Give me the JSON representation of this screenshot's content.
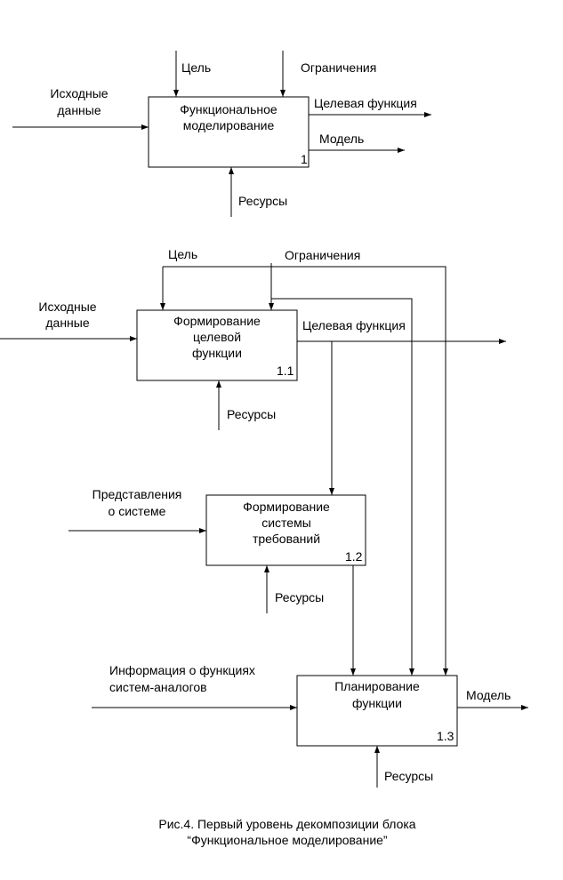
{
  "top": {
    "input": [
      "Исходные",
      "данные"
    ],
    "control_goal": "Цель",
    "control_limits": "Ограничения",
    "output_target": "Целевая функция",
    "output_model": "Модель",
    "mechanism": "Ресурсы",
    "box": {
      "lines": [
        "Функциональное",
        "моделирование"
      ],
      "number": "1"
    }
  },
  "decomposition": {
    "control_goal": "Цель",
    "control_limits": "Ограничения",
    "box1": {
      "lines": [
        "Формирование",
        "целевой",
        "функции"
      ],
      "number": "1.1",
      "input": [
        "Исходные",
        "данные"
      ],
      "output": "Целевая функция",
      "mechanism": "Ресурсы"
    },
    "box2": {
      "lines": [
        "Формирование",
        "системы",
        "требований"
      ],
      "number": "1.2",
      "input": [
        "Представления",
        "о системе"
      ],
      "mechanism": "Ресурсы"
    },
    "box3": {
      "lines": [
        "Планирование",
        "функции"
      ],
      "number": "1.3",
      "input": [
        "Информация о функциях",
        "систем-аналогов"
      ],
      "output": "Модель",
      "mechanism": "Ресурсы"
    }
  },
  "caption": [
    "Рис.4. Первый уровень декомпозиции блока",
    "“Функциональное моделирование”"
  ]
}
